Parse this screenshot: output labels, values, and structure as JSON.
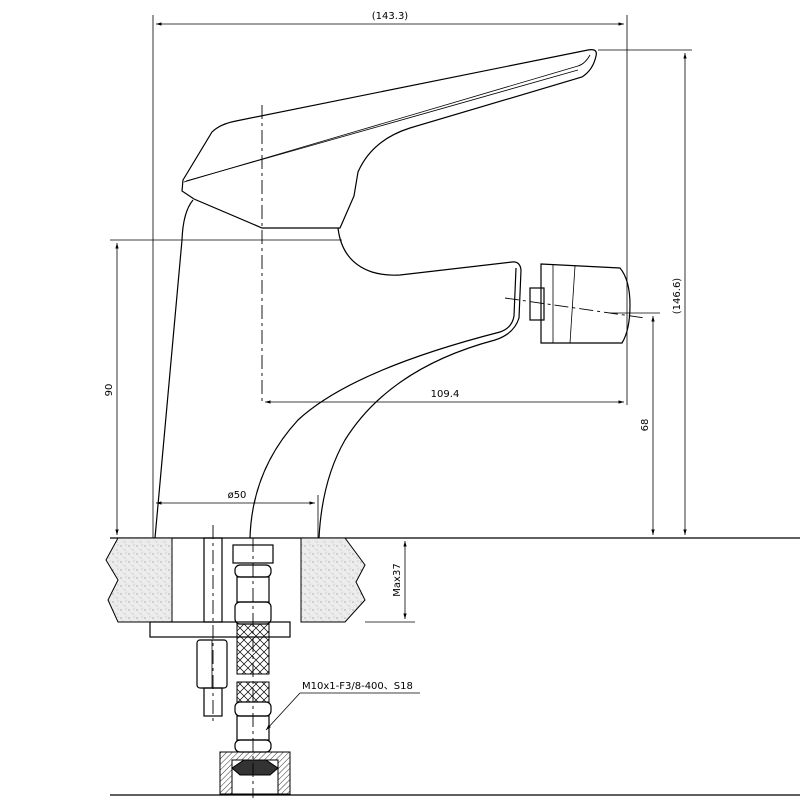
{
  "drawing": {
    "dimensions": {
      "overall_width": "(143.3)",
      "overall_height": "(146.6)",
      "counter_to_body": "90",
      "spout_reach": "109.4",
      "aerator_height": "68",
      "base_diameter": "ø50",
      "max_counter_thickness": "Max37"
    },
    "callouts": {
      "hose_spec": "M10x1-F3/8-400、S18"
    },
    "colors": {
      "line": "#000000",
      "granite": "#d8d8d8"
    }
  }
}
